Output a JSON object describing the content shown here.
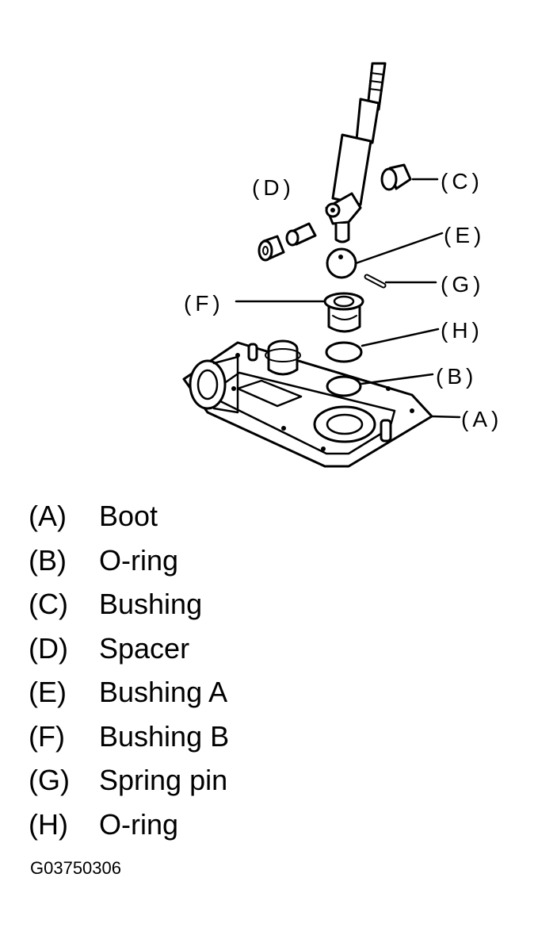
{
  "callouts": [
    "(A)",
    "(B)",
    "(C)",
    "(D)",
    "(E)",
    "(F)",
    "(G)",
    "(H)"
  ],
  "legend": [
    {
      "key": "(A)",
      "desc": "Boot"
    },
    {
      "key": "(B)",
      "desc": "O-ring"
    },
    {
      "key": "(C)",
      "desc": "Bushing"
    },
    {
      "key": "(D)",
      "desc": "Spacer"
    },
    {
      "key": "(E)",
      "desc": "Bushing A"
    },
    {
      "key": "(F)",
      "desc": "Bushing B"
    },
    {
      "key": "(G)",
      "desc": "Spring pin"
    },
    {
      "key": "(H)",
      "desc": "O-ring"
    }
  ],
  "figure_id": "G03750306"
}
